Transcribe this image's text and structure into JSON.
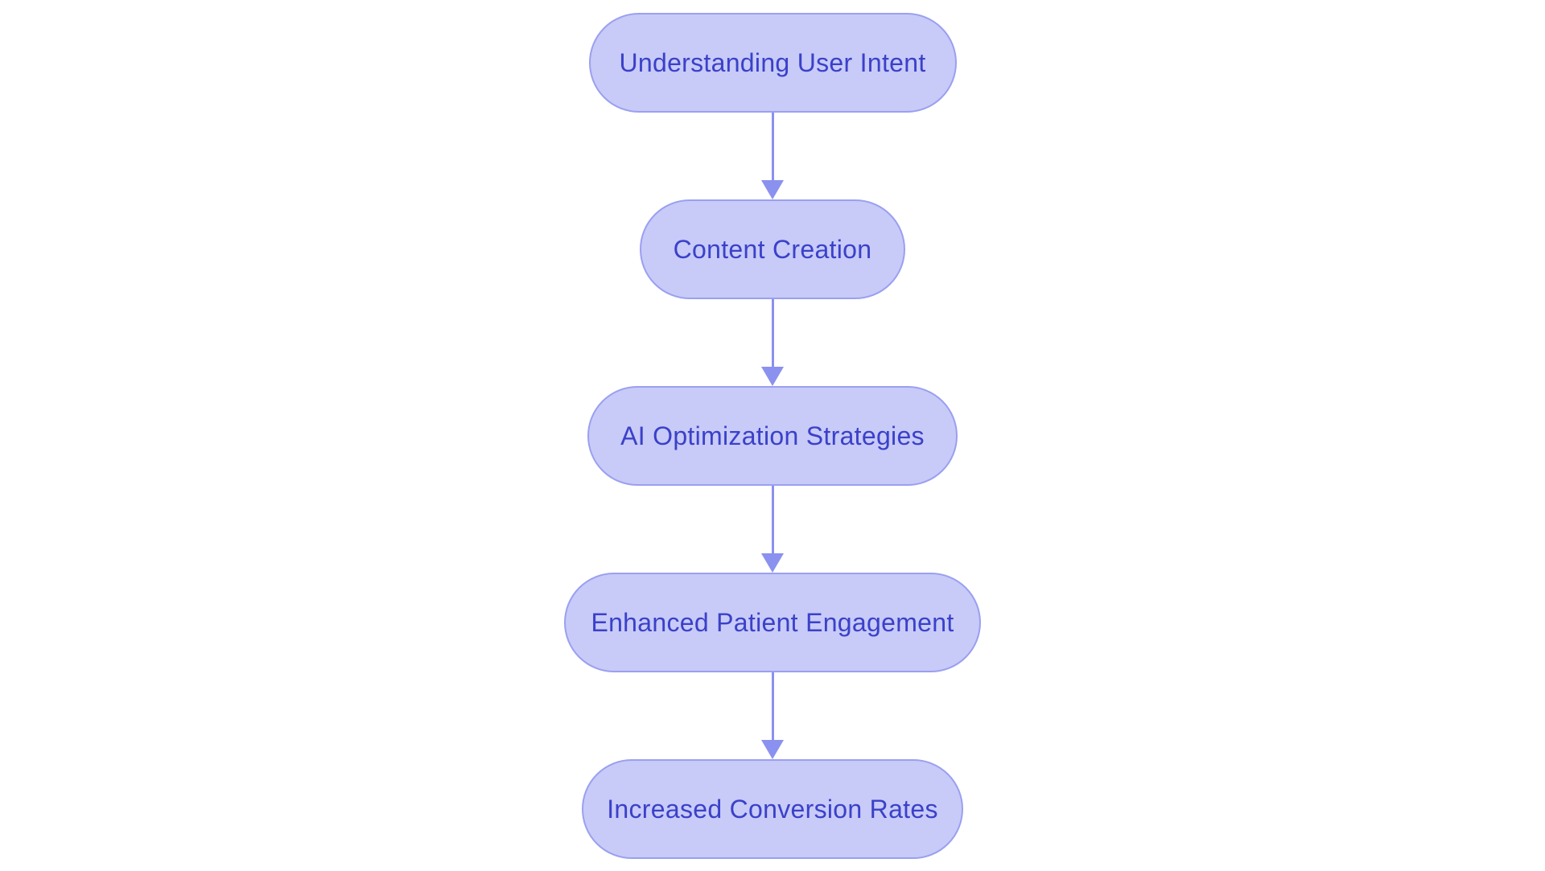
{
  "diagram": {
    "type": "flowchart",
    "direction": "top-down",
    "nodes": [
      {
        "id": "n1",
        "label": "Understanding User Intent"
      },
      {
        "id": "n2",
        "label": "Content Creation"
      },
      {
        "id": "n3",
        "label": "AI Optimization Strategies"
      },
      {
        "id": "n4",
        "label": "Enhanced Patient Engagement"
      },
      {
        "id": "n5",
        "label": "Increased Conversion Rates"
      }
    ],
    "edges": [
      {
        "from": "n1",
        "to": "n2"
      },
      {
        "from": "n2",
        "to": "n3"
      },
      {
        "from": "n3",
        "to": "n4"
      },
      {
        "from": "n4",
        "to": "n5"
      }
    ],
    "colors": {
      "node_fill": "#c8caf8",
      "node_border": "#9aa0f0",
      "text": "#3a41c8",
      "arrow": "#8b91ee",
      "background": "#ffffff"
    }
  }
}
